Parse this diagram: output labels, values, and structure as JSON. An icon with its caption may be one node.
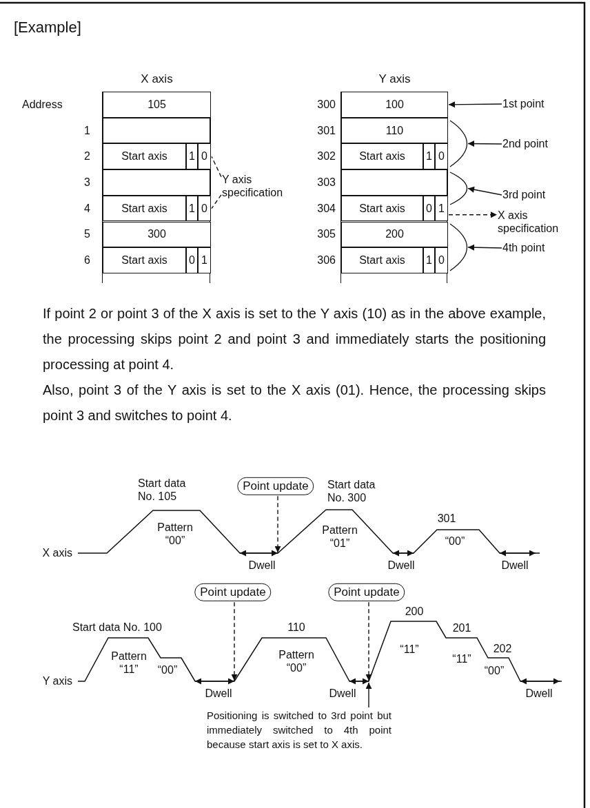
{
  "diagram": {
    "title": "[Example]",
    "nodes": [
      {
        "text": [
          "X axis"
        ]
      },
      {
        "text": [
          "0"
        ],
        "in": 0
      },
      {
        "text": [
          "0"
        ],
        "in": 0
      },
      {
        "text": [
          "Y axis specification"
        ]
      },
      {
        "text": [
          "Y axis"
        ]
      },
      {
        "text": [
          "100"
        ],
        "in": 4
      },
      {
        "text": [
          "1st point"
        ]
      },
      {
        "text": [
          "2nd point"
        ]
      },
      {
        "text": [
          "3rd point"
        ]
      },
      {
        "text": [
          "1"
        ],
        "in": 4
      },
      {
        "text": [
          "X axis specification"
        ]
      },
      {
        "text": [
          "4th point"
        ]
      },
      {
        "text": [
          "Point update"
        ]
      },
      {
        "text": [
          "Point update"
        ]
      },
      {
        "text": [
          "Point update"
        ]
      },
      {
        "text": [
          "Positioning is switched to 3rd point but immediately switched to 4th point because start axis is set to X axis."
        ]
      },
      {
        "text": [],
        "shape": "bracket"
      },
      {
        "text": [],
        "shape": "bracket"
      },
      {
        "text": [],
        "shape": "bracket"
      },
      {
        "text": [],
        "shape": "line"
      },
      {
        "text": [],
        "shape": "line"
      }
    ],
    "edges": [
      {
        "from": 6,
        "to": 5,
        "arrow": "to"
      },
      {
        "from": 7,
        "to": 16,
        "arrow": "to"
      },
      {
        "from": 8,
        "to": 17,
        "arrow": "to"
      },
      {
        "from": 9,
        "to": 10,
        "arrow": "to",
        "style": "dashed"
      },
      {
        "from": 11,
        "to": 18,
        "arrow": "to"
      },
      {
        "from": 3,
        "to": 1,
        "arrow": "none",
        "style": "dashed"
      },
      {
        "from": 3,
        "to": 2,
        "arrow": "none",
        "style": "dashed"
      },
      {
        "from": 12,
        "to": 19,
        "arrow": "to",
        "style": "dashed"
      },
      {
        "from": 13,
        "to": 20,
        "arrow": "to",
        "style": "dashed"
      },
      {
        "from": 14,
        "to": 20,
        "arrow": "to",
        "style": "dashed"
      },
      {
        "from": 15,
        "to": 20,
        "arrow": "to"
      }
    ],
    "labels": [
      "Address",
      "105",
      "1",
      "2",
      "Start axis",
      "1",
      "3",
      "4",
      "Start axis",
      "1",
      "5",
      "300",
      "6",
      "Start axis",
      "0",
      "1",
      "300",
      "301",
      "110",
      "302",
      "Start axis",
      "1",
      "0",
      "303",
      "304",
      "Start axis",
      "0",
      "305",
      "200",
      "306",
      "Start axis",
      "1",
      "0",
      "If point 2 or point 3 of the X axis is set to the Y axis (10) as in the above example, the processing skips point 2 and point 3 and immediately starts the positioning processing at point 4.",
      "Also, point 3 of the Y axis is set to the X axis (01). Hence, the processing skips point 3 and switches to point 4.",
      "Start data No. 105",
      "Start data No. 300",
      "X axis",
      "Pattern “00”",
      "Pattern “01”",
      "301",
      "“00”",
      "Dwell",
      "Dwell",
      "Dwell",
      "Start data No. 100",
      "110",
      "200",
      "Pattern “11”",
      "“00”",
      "Pattern “00”",
      "201",
      "“11”",
      "“11”",
      "202",
      "“00”",
      "Y axis",
      "Dwell",
      "Dwell",
      "Dwell"
    ]
  }
}
